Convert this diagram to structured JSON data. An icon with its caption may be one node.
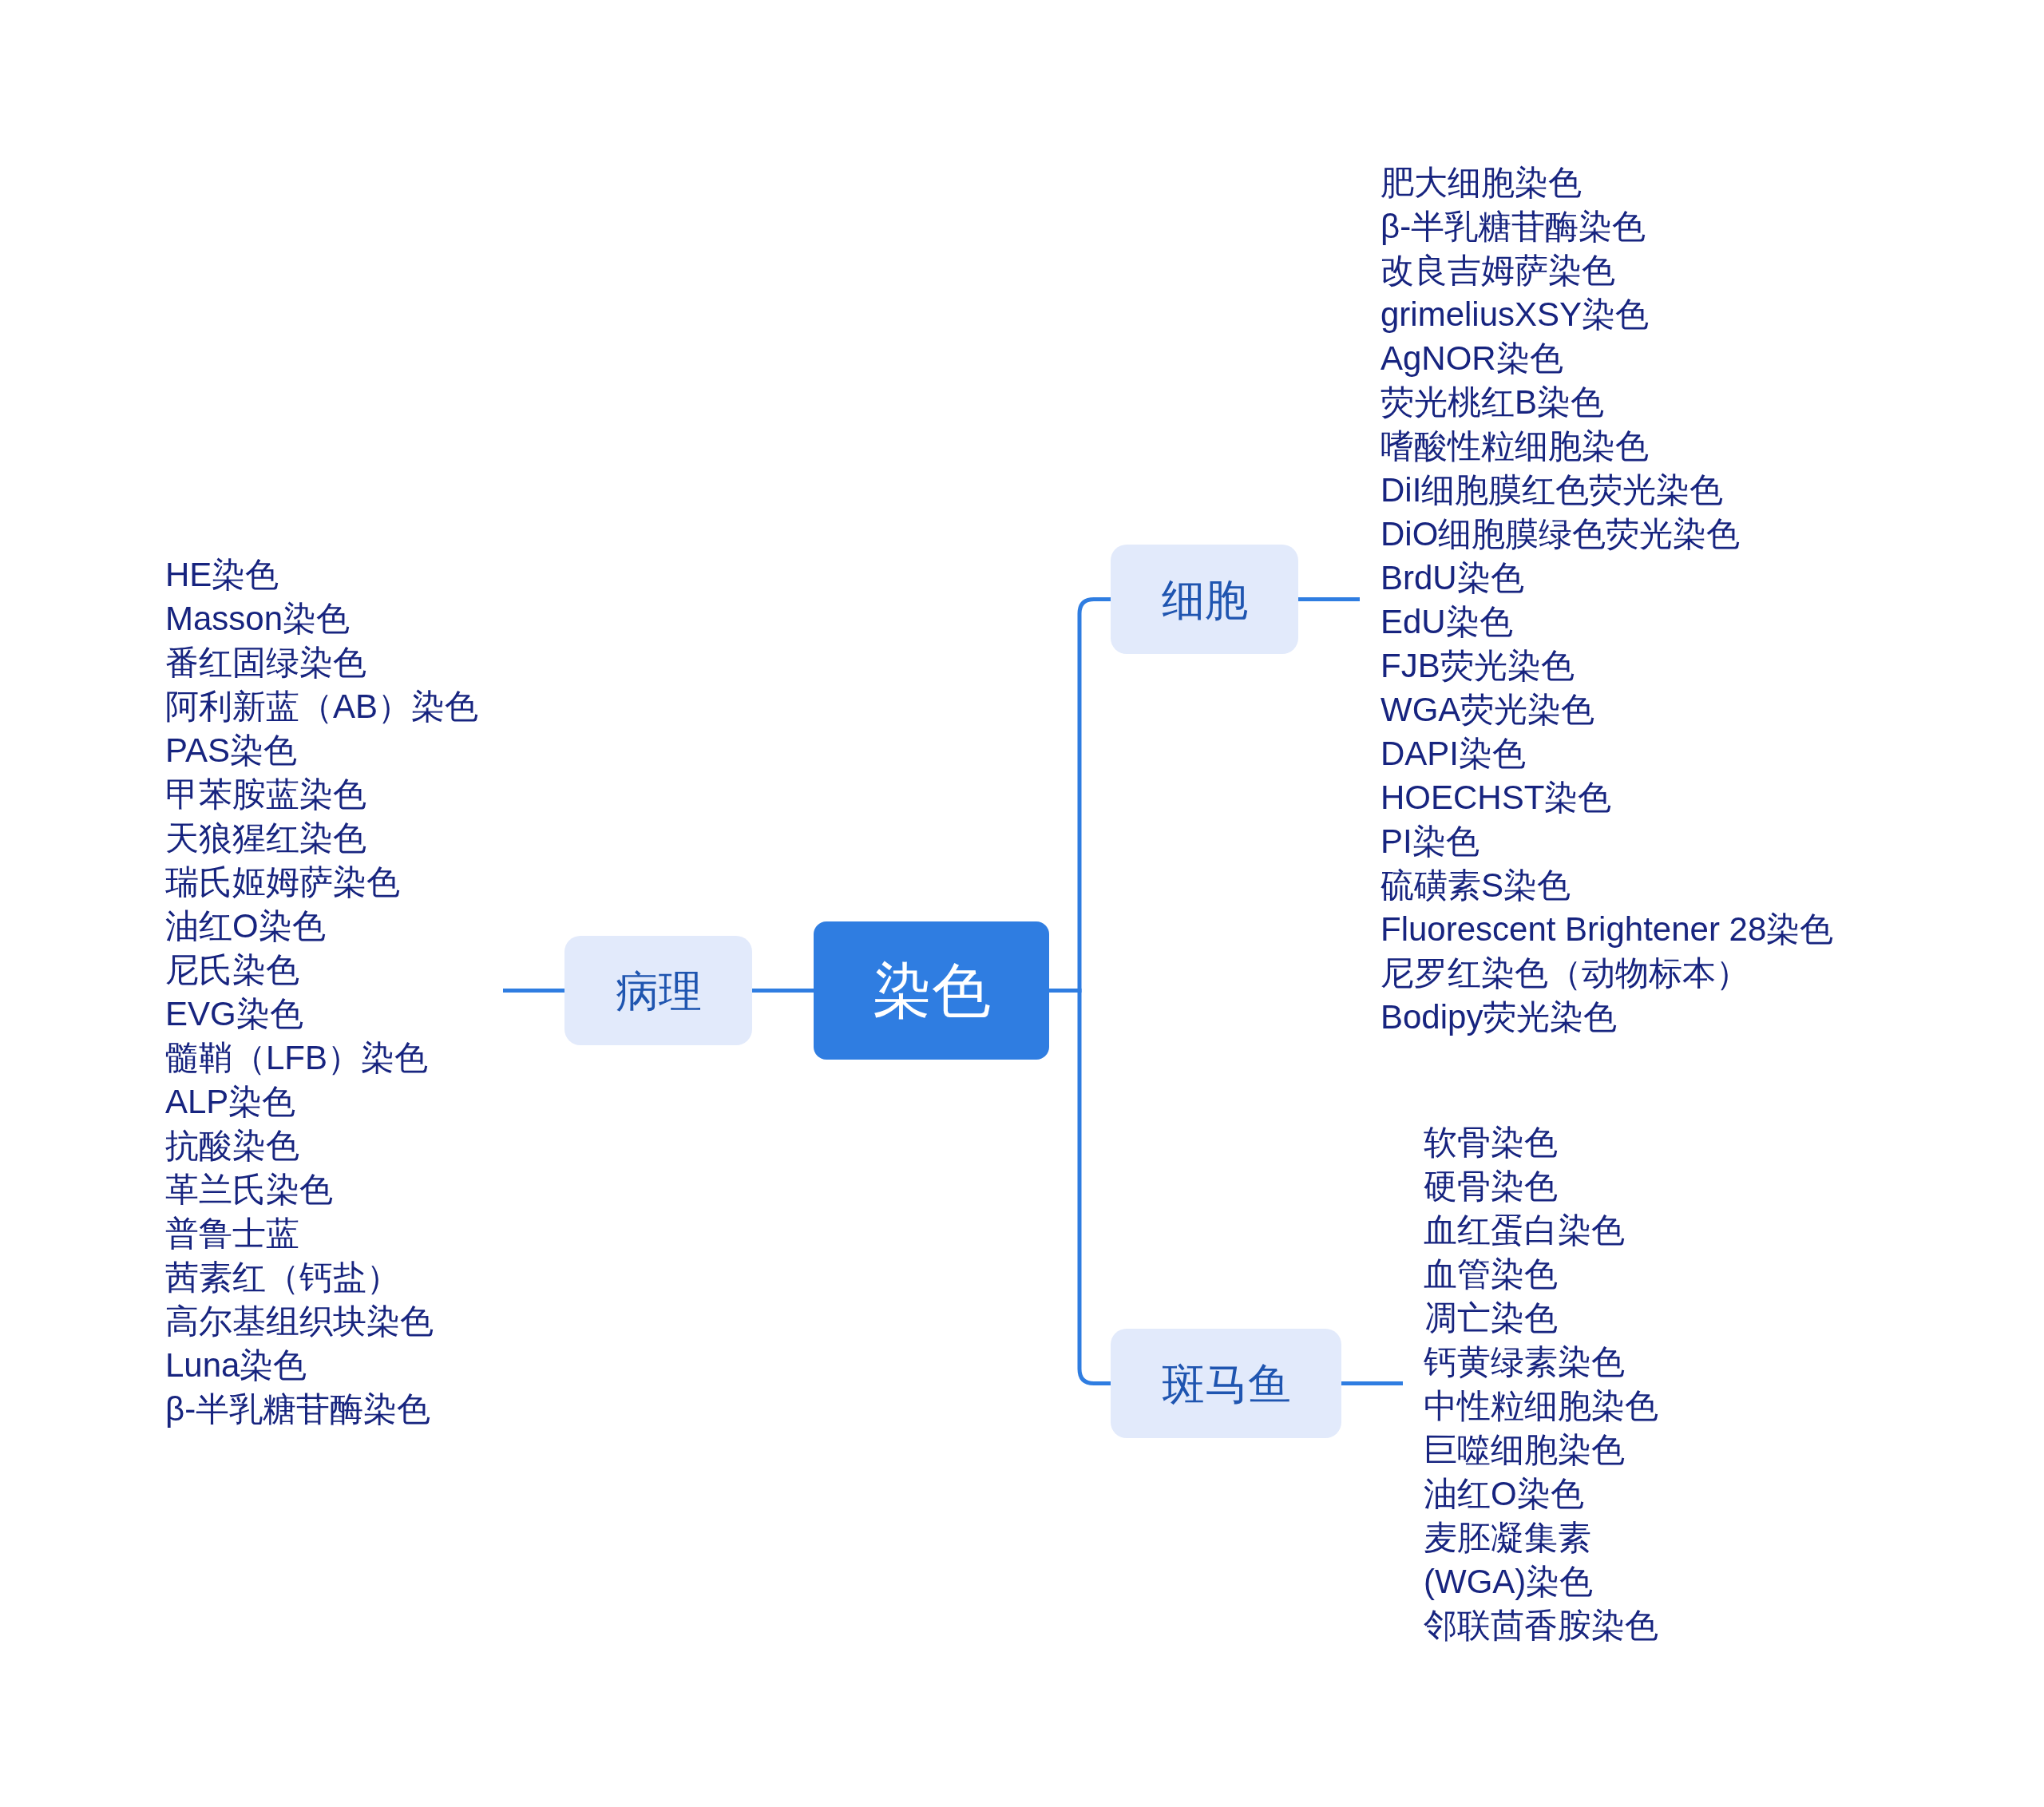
{
  "diagram": {
    "nodes": [
      {
        "text": [
          "染色"
        ]
      },
      {
        "text": [
          "病理"
        ]
      },
      {
        "text": [
          "HE染色",
          "Masson染色",
          "番红固绿染色",
          "阿利新蓝（AB）染色",
          "PAS染色",
          "甲苯胺蓝染色",
          "天狼猩红染色",
          "瑞氏姬姆萨染色",
          "油红O染色",
          "尼氏染色",
          "EVG染色",
          "髓鞘（LFB）染色",
          "ALP染色",
          "抗酸染色",
          "革兰氏染色",
          "普鲁士蓝",
          "茜素红（钙盐）",
          "高尔基组织块染色",
          "Luna染色",
          "β-半乳糖苷酶染色"
        ]
      },
      {
        "text": [
          "细胞"
        ]
      },
      {
        "text": [
          "肥大细胞染色",
          "β-半乳糖苷酶染色",
          "改良吉姆萨染色",
          "grimeliusXSY染色",
          "AgNOR染色",
          "荧光桃红B染色",
          "嗜酸性粒细胞染色",
          "DiI细胞膜红色荧光染色",
          "DiO细胞膜绿色荧光染色",
          "BrdU染色",
          "EdU染色",
          "FJB荧光染色",
          "WGA荧光染色",
          "DAPI染色",
          "HOECHST染色",
          "PI染色",
          "硫磺素S染色",
          "Fluorescent Brightener 28染色",
          "尼罗红染色（动物标本）",
          "Bodipy荧光染色"
        ]
      },
      {
        "text": [
          "斑马鱼"
        ]
      },
      {
        "text": [
          "软骨染色",
          "硬骨染色",
          "血红蛋白染色",
          "血管染色",
          "凋亡染色",
          "钙黄绿素染色",
          "中性粒细胞染色",
          "巨噬细胞染色",
          "油红O染色",
          "麦胚凝集素(WGA)染色",
          "邻联茴香胺染色"
        ]
      }
    ],
    "edges": [
      {
        "from": 0,
        "to": 1,
        "arrow": "none"
      },
      {
        "from": 1,
        "to": 2,
        "arrow": "none"
      },
      {
        "from": 0,
        "to": 3,
        "arrow": "none"
      },
      {
        "from": 3,
        "to": 4,
        "arrow": "none"
      },
      {
        "from": 0,
        "to": 5,
        "arrow": "none"
      },
      {
        "from": 5,
        "to": 6,
        "arrow": "none"
      }
    ]
  }
}
